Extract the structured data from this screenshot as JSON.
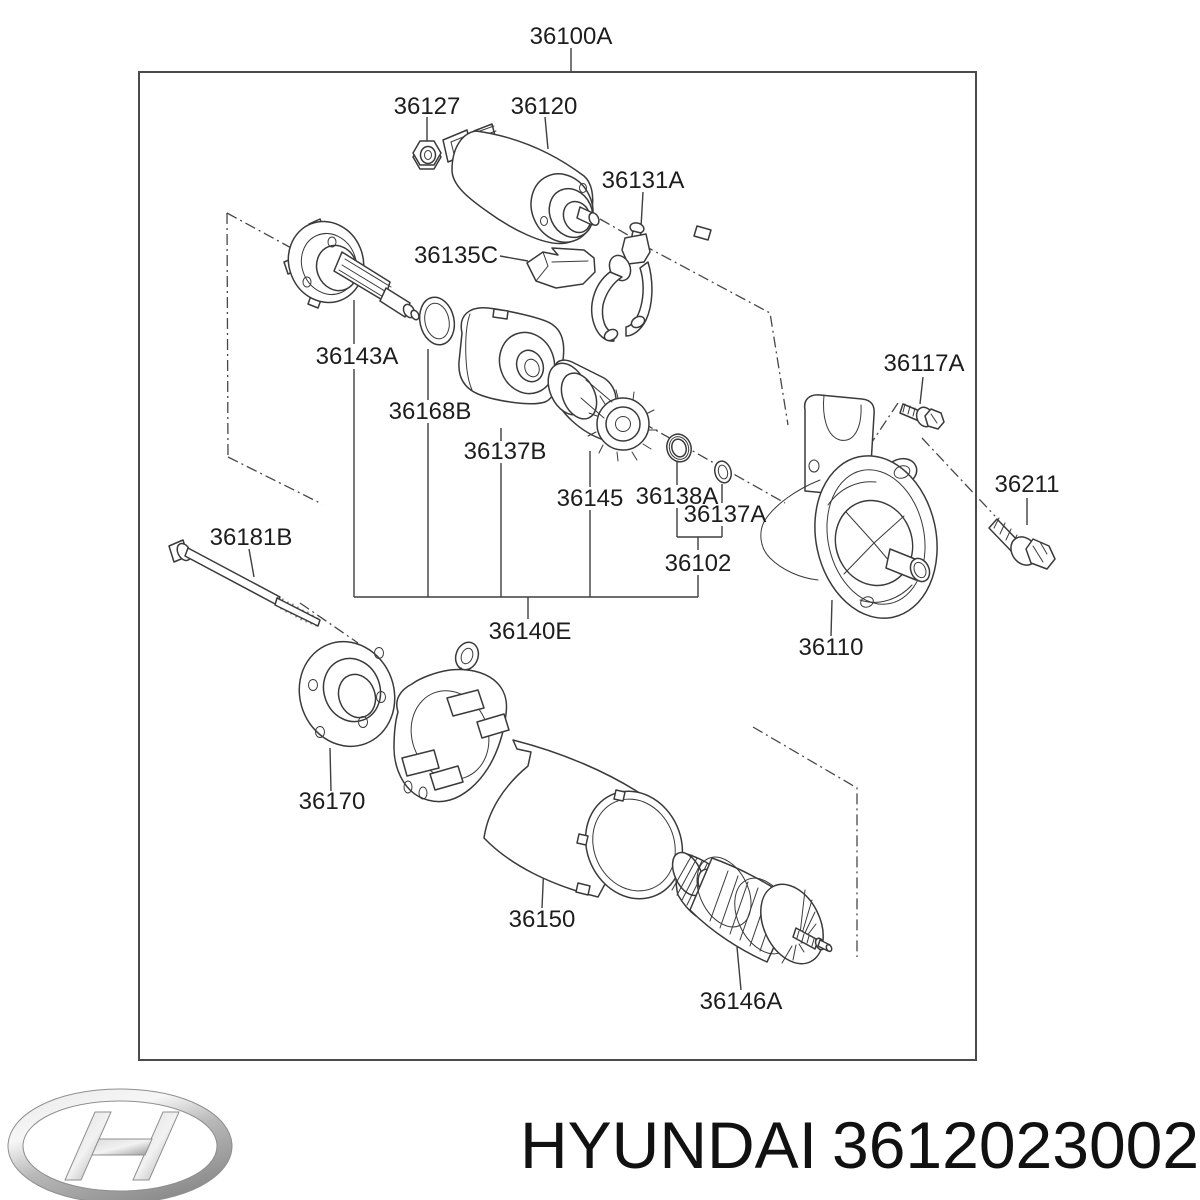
{
  "assembly": {
    "code": "36100A"
  },
  "parts": [
    {
      "code": "36127"
    },
    {
      "code": "36120"
    },
    {
      "code": "36131A"
    },
    {
      "code": "36135C"
    },
    {
      "code": "36143A"
    },
    {
      "code": "36168B"
    },
    {
      "code": "36137B"
    },
    {
      "code": "36145"
    },
    {
      "code": "36138A"
    },
    {
      "code": "36137A"
    },
    {
      "code": "36102"
    },
    {
      "code": "36140E"
    },
    {
      "code": "36117A"
    },
    {
      "code": "36211"
    },
    {
      "code": "36110"
    },
    {
      "code": "36181B"
    },
    {
      "code": "36170"
    },
    {
      "code": "36150"
    },
    {
      "code": "36146A"
    }
  ],
  "footer": {
    "brand": "HYUNDAI",
    "part_number": "3612023002"
  },
  "colors": {
    "line": "#3a3a3a",
    "text": "#1d1d1d",
    "background": "#ffffff",
    "logo_silver": "#c9c9c9"
  }
}
